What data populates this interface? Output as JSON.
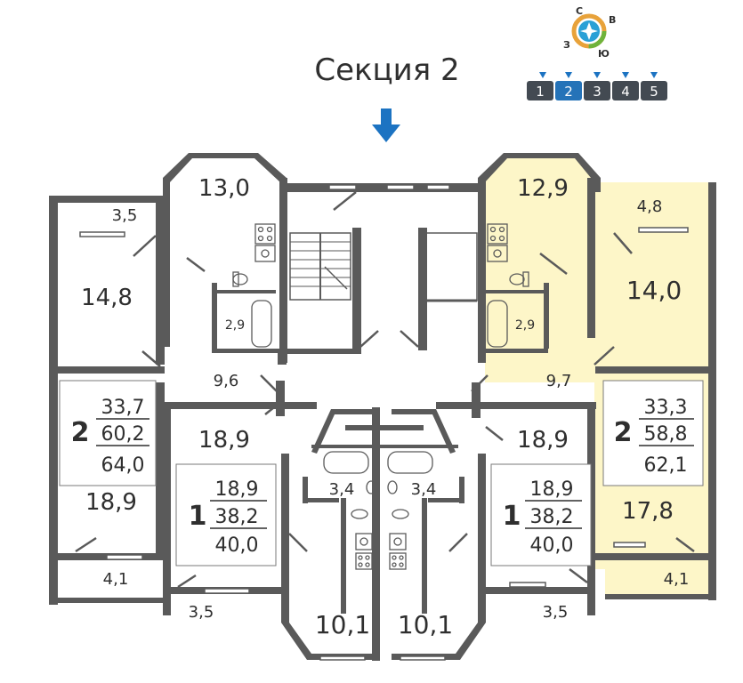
{
  "header": {
    "section_title": "Секция 2"
  },
  "compass": {
    "north": "С",
    "east": "В",
    "south": "Ю",
    "west": "З"
  },
  "section_selector": {
    "selected": "2",
    "items": [
      "1",
      "2",
      "3",
      "4",
      "5"
    ]
  },
  "colors": {
    "wall": "#5a5a5a",
    "highlight": "#fdf6c8",
    "arrow": "#1c73c2",
    "section_btn": "#434a52",
    "section_btn_active": "#2573b8"
  },
  "rooms": {
    "balcony_top_left": "3,5",
    "room_left_top": "14,8",
    "kitchen_top_left": "13,0",
    "bath_left": "2,9",
    "hall_left": "9,6",
    "room_left_bottom": "18,9",
    "balcony_bottom_left": "4,1",
    "room_center_left": "18,9",
    "balcony_center_left": "3,5",
    "kitchen_bottom_left": "10,1",
    "bath_center_left": "3,4",
    "bath_center_right": "3,4",
    "kitchen_bottom_right": "10,1",
    "room_center_right": "18,9",
    "balcony_center_right": "3,5",
    "kitchen_top_right": "12,9",
    "bath_right": "2,9",
    "hall_right": "9,7",
    "balcony_top_right": "4,8",
    "room_right_top": "14,0",
    "room_right_bottom": "17,8",
    "balcony_bottom_right": "4,1"
  },
  "apartments": {
    "left_2room": {
      "rooms": "2",
      "living": "33,7",
      "total": "60,2",
      "total_with_balcony": "64,0"
    },
    "center_left_1room": {
      "rooms": "1",
      "living": "18,9",
      "total": "38,2",
      "total_with_balcony": "40,0"
    },
    "center_right_1room": {
      "rooms": "1",
      "living": "18,9",
      "total": "38,2",
      "total_with_balcony": "40,0"
    },
    "right_2room": {
      "rooms": "2",
      "living": "33,3",
      "total": "58,8",
      "total_with_balcony": "62,1"
    }
  }
}
